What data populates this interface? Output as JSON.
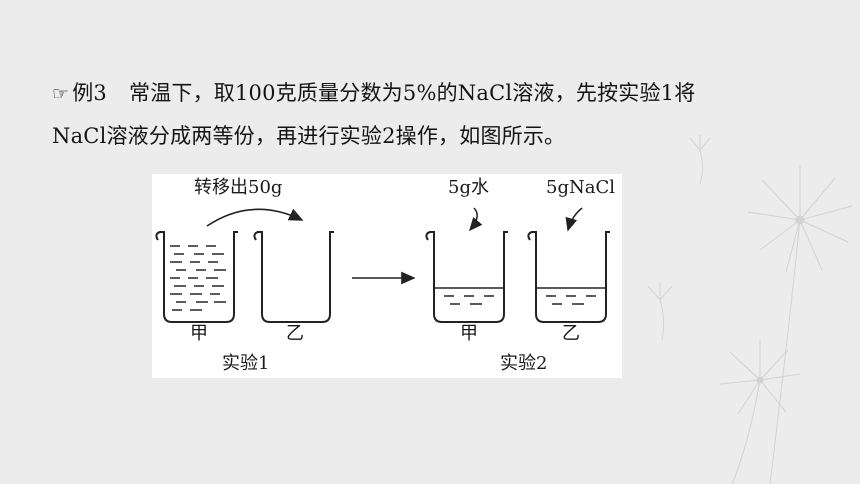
{
  "problem": {
    "hand_icon": "☞",
    "example_label": "例3",
    "line1": "常温下，取100克质量分数为5%的NaCl溶液，先按实验1将",
    "line2": "NaCl溶液分成两等份，再进行实验2操作，如图所示。"
  },
  "figure": {
    "transfer_label": "转移出50g",
    "add_water_label": "5g水",
    "add_salt_label": "5gNaCl",
    "beaker_a_label": "甲",
    "beaker_b_label": "乙",
    "beaker_a2_label": "甲",
    "beaker_b2_label": "乙",
    "experiment1_label": "实验1",
    "experiment2_label": "实验2"
  },
  "icons": {
    "pointing_hand": "pointing-hand-icon",
    "right_arrow": "right-arrow-icon",
    "curved_arrow": "curved-arrow-icon"
  },
  "colors": {
    "background": "#ececec",
    "text": "#141414",
    "figure_background": "#ffffff"
  }
}
